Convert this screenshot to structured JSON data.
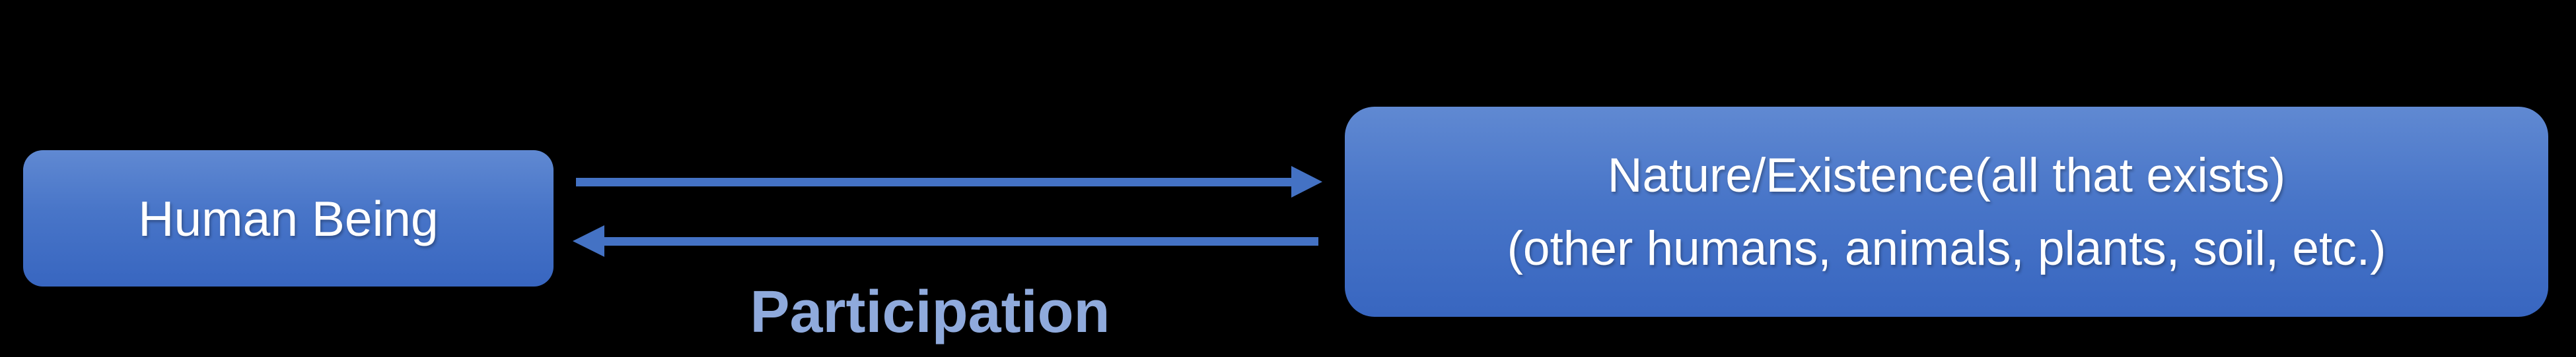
{
  "diagram": {
    "type": "concept-relationship-diagram",
    "background_color": "#000000",
    "nodes": {
      "human": {
        "label": "Human Being"
      },
      "nature": {
        "line1": "Nature/Existence(all that exists)",
        "line2": "(other humans, animals, plants, soil, etc.)"
      }
    },
    "arrows": {
      "forward": {
        "from": "human",
        "to": "nature",
        "direction": "right"
      },
      "backward": {
        "from": "nature",
        "to": "human",
        "direction": "left",
        "label": "Participation"
      }
    },
    "colors": {
      "node_fill_top": "#6089d2",
      "node_fill_bottom": "#3866c0",
      "node_text": "#ffffff",
      "arrow": "#4472c4",
      "participation_label": "#8faadc"
    }
  }
}
